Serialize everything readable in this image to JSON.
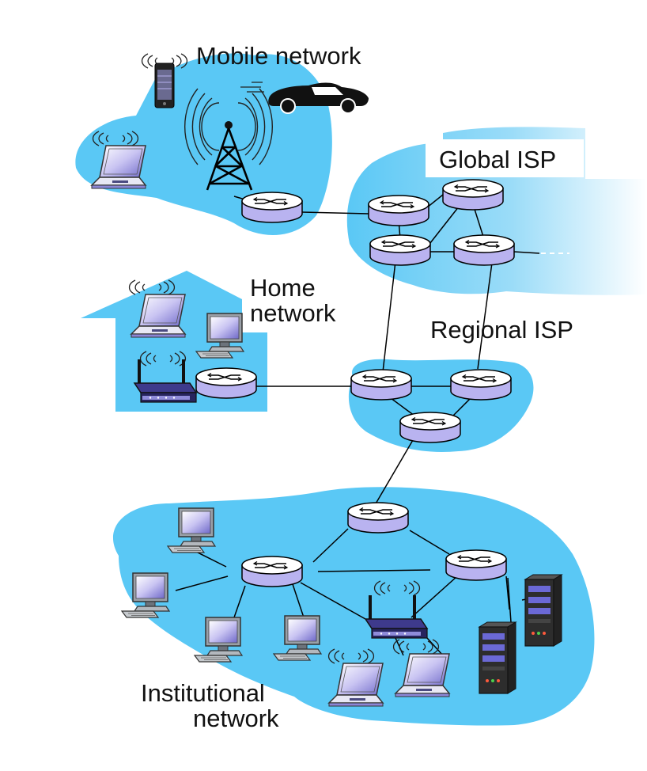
{
  "labels": {
    "mobile": "Mobile network",
    "global": "Global ISP",
    "home_1": "Home",
    "home_2": "network",
    "regional": "Regional ISP",
    "inst_1": "Institutional",
    "inst_2": "network"
  },
  "colors": {
    "region_fill": "#5ac8f5",
    "router_top": "#ffffff",
    "router_side": "#b9b3f0",
    "outline": "#000000",
    "link": "#000000"
  },
  "icons": [
    "router-icon",
    "cell-tower-icon",
    "smartphone-icon",
    "car-icon",
    "laptop-icon",
    "desktop-computer-icon",
    "wireless-access-point-icon",
    "server-icon"
  ]
}
